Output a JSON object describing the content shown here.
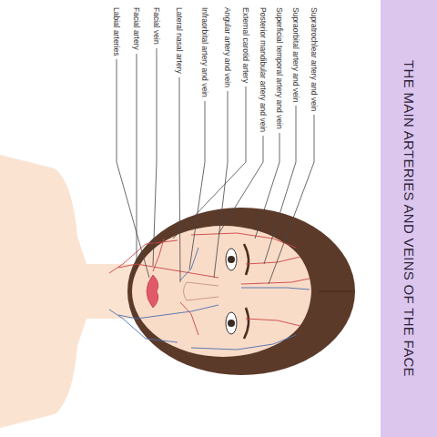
{
  "diagram": {
    "title": "THE MAIN ARTERIES AND VEINS OF THE FACE",
    "labels": [
      "Supratrochlear artery and vein",
      "Supraorbital artery and vein",
      "Superficial temporal artery and vein",
      "Posterior mandibular artery and vein",
      "External carotid artery",
      "Angular artery and vein",
      "Infraorbital artery and vein",
      "Lateral nasal artery",
      "Facial vein",
      "Facial artery",
      "Labial arteries"
    ]
  }
}
